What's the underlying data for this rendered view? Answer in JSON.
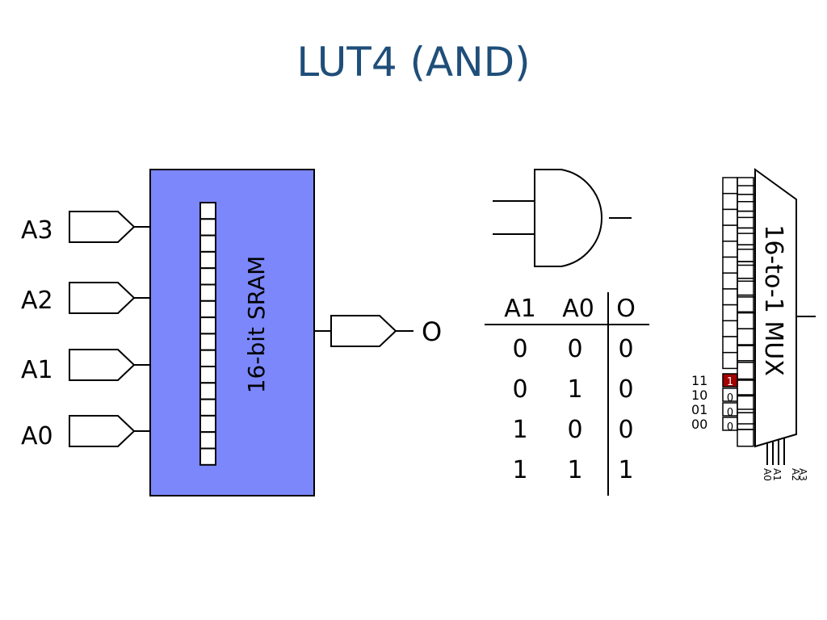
{
  "title": "LUT4 (AND)",
  "colors": {
    "title": "#1f4e79",
    "sram_fill": "#7b87fb",
    "selected_bit": "#a30000"
  },
  "inputs": [
    "A3",
    "A2",
    "A1",
    "A0"
  ],
  "sram_label": "16-bit SRAM",
  "output_label": "O",
  "truth_table": {
    "headers": [
      "A1",
      "A0",
      "O"
    ],
    "rows": [
      [
        "0",
        "0",
        "0"
      ],
      [
        "0",
        "1",
        "0"
      ],
      [
        "1",
        "0",
        "0"
      ],
      [
        "1",
        "1",
        "1"
      ]
    ]
  },
  "mux": {
    "label": "16-to-1 MUX",
    "addresses": [
      "11",
      "10",
      "01",
      "00"
    ],
    "bits": [
      "1",
      "0",
      "0",
      "0"
    ],
    "selects": [
      "A3",
      "A2",
      "A1",
      "A0"
    ]
  },
  "icons": {
    "and_gate": "and-gate-icon"
  }
}
